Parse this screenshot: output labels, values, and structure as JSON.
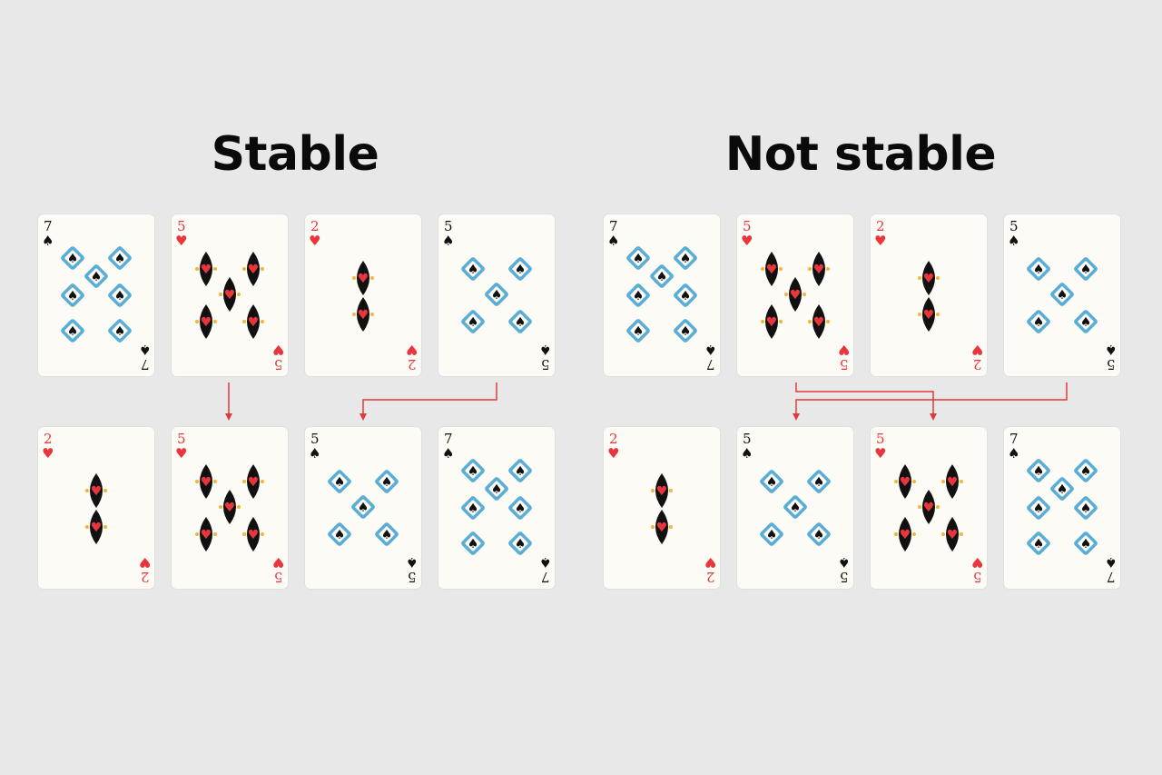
{
  "sections": [
    {
      "title": "Stable",
      "rows": [
        [
          {
            "rank": "7",
            "suit": "spade"
          },
          {
            "rank": "5",
            "suit": "heart"
          },
          {
            "rank": "2",
            "suit": "heart"
          },
          {
            "rank": "5",
            "suit": "spade"
          }
        ],
        [
          {
            "rank": "2",
            "suit": "heart"
          },
          {
            "rank": "5",
            "suit": "heart"
          },
          {
            "rank": "5",
            "suit": "spade"
          },
          {
            "rank": "7",
            "suit": "spade"
          }
        ]
      ]
    },
    {
      "title": "Not stable",
      "rows": [
        [
          {
            "rank": "7",
            "suit": "spade"
          },
          {
            "rank": "5",
            "suit": "heart"
          },
          {
            "rank": "2",
            "suit": "heart"
          },
          {
            "rank": "5",
            "suit": "spade"
          }
        ],
        [
          {
            "rank": "2",
            "suit": "heart"
          },
          {
            "rank": "5",
            "suit": "spade"
          },
          {
            "rank": "5",
            "suit": "heart"
          },
          {
            "rank": "7",
            "suit": "spade"
          }
        ]
      ]
    }
  ],
  "suit_symbols": {
    "spade": "♠",
    "heart": "♥"
  },
  "colors": {
    "background": "#e8e8e8",
    "card": "#fcfbf5",
    "heart": "#e8363c",
    "spade": "#111111",
    "spade_pip_frame": "#5aaed6",
    "heart_pip_frame": "#111111",
    "heart_pip_accent": "#f2b53a",
    "arrow": "#e03a3a"
  }
}
